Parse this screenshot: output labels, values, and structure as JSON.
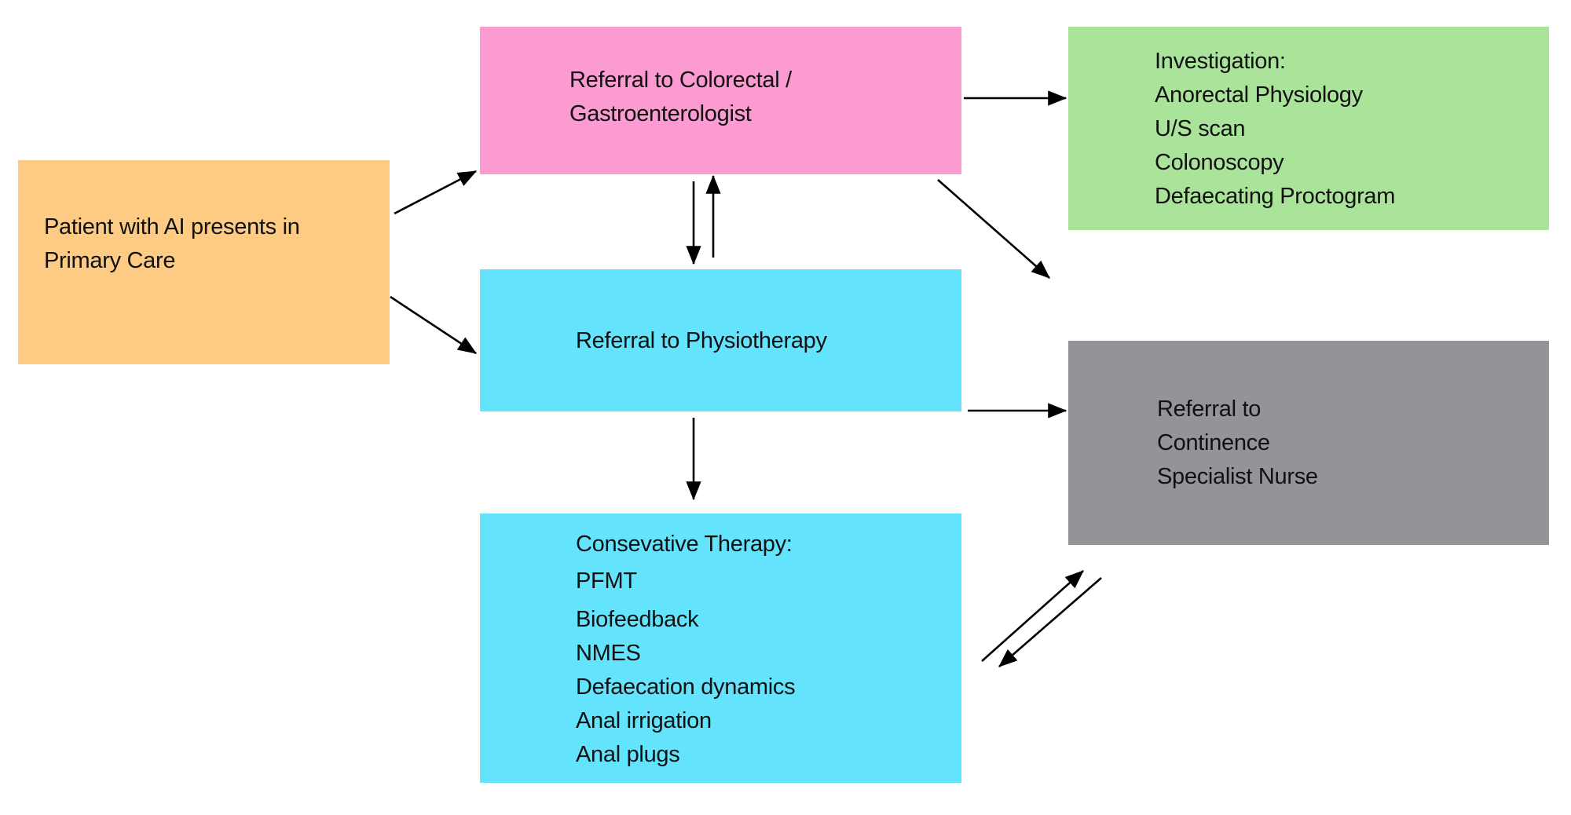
{
  "diagram": {
    "type": "flowchart",
    "nodes": [
      {
        "id": "primary",
        "lines": [
          "Patient with AI presents in",
          "Primary Care"
        ],
        "color": "#FECB84"
      },
      {
        "id": "colorectal",
        "lines": [
          "Referral to Colorectal /",
          "Gastroenterologist"
        ],
        "color": "#FC9BD1"
      },
      {
        "id": "investigation",
        "lines": [
          "Investigation:",
          "Anorectal Physiology",
          "U/S scan",
          "Colonoscopy",
          "Defaecating Proctogram"
        ],
        "color": "#A9E49A"
      },
      {
        "id": "physio",
        "lines": [
          "Referral to Physiotherapy"
        ],
        "color": "#64E3FC"
      },
      {
        "id": "nurse",
        "lines": [
          "Referral to",
          "Continence",
          "Specialist Nurse"
        ],
        "color": "#949498"
      },
      {
        "id": "therapy",
        "lines": [
          "Consevative Therapy:",
          "PFMT",
          "Biofeedback",
          "NMES",
          "Defaecation dynamics",
          "Anal irrigation",
          "Anal plugs"
        ],
        "color": "#64E3FC"
      }
    ],
    "edges": [
      {
        "from": "primary",
        "to": "colorectal"
      },
      {
        "from": "primary",
        "to": "physio"
      },
      {
        "from": "colorectal",
        "to": "physio"
      },
      {
        "from": "physio",
        "to": "colorectal"
      },
      {
        "from": "colorectal",
        "to": "investigation"
      },
      {
        "from": "colorectal",
        "to": "nurse"
      },
      {
        "from": "physio",
        "to": "nurse"
      },
      {
        "from": "physio",
        "to": "therapy"
      },
      {
        "from": "therapy",
        "to": "nurse"
      },
      {
        "from": "nurse",
        "to": "therapy"
      }
    ],
    "arrow_color": "#000000"
  }
}
